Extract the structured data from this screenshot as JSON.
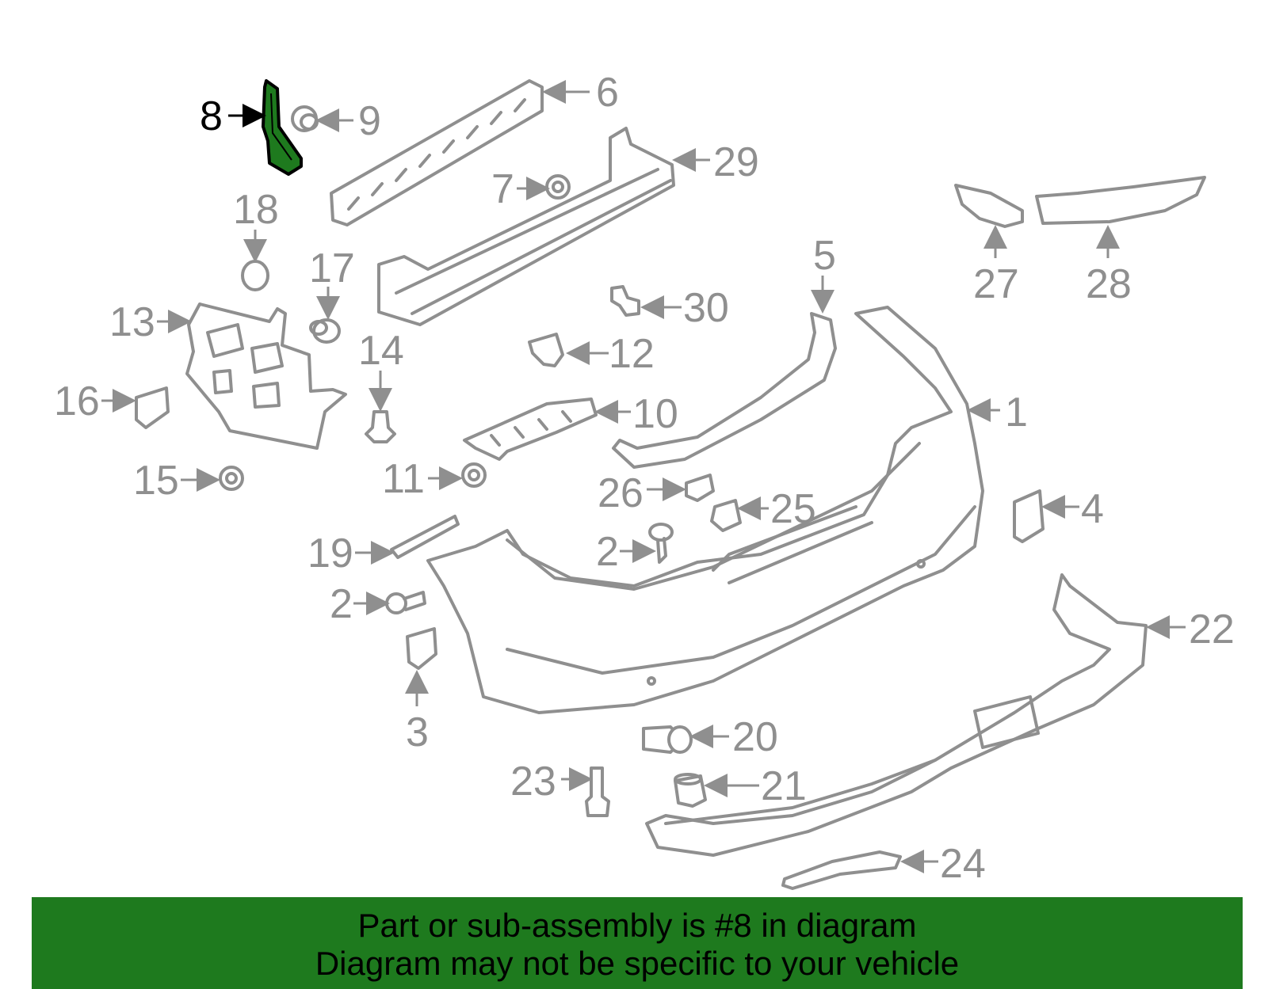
{
  "colors": {
    "highlight": "#1e7a1e",
    "part_stroke": "#8f8f8f",
    "banner_bg": "#1e7a1e",
    "text": "#000000"
  },
  "callouts": {
    "c1": "1",
    "c2a": "2",
    "c2b": "2",
    "c3": "3",
    "c4": "4",
    "c5": "5",
    "c6": "6",
    "c7": "7",
    "c8": "8",
    "c9": "9",
    "c10": "10",
    "c11": "11",
    "c12": "12",
    "c13": "13",
    "c14": "14",
    "c15": "15",
    "c16": "16",
    "c17": "17",
    "c18": "18",
    "c19": "19",
    "c20": "20",
    "c21": "21",
    "c22": "22",
    "c23": "23",
    "c24": "24",
    "c25": "25",
    "c26": "26",
    "c27": "27",
    "c28": "28",
    "c29": "29",
    "c30": "30"
  },
  "banner": {
    "line1": "Part or sub-assembly is #8 in diagram",
    "line2": "Diagram may not be specific to your vehicle"
  }
}
